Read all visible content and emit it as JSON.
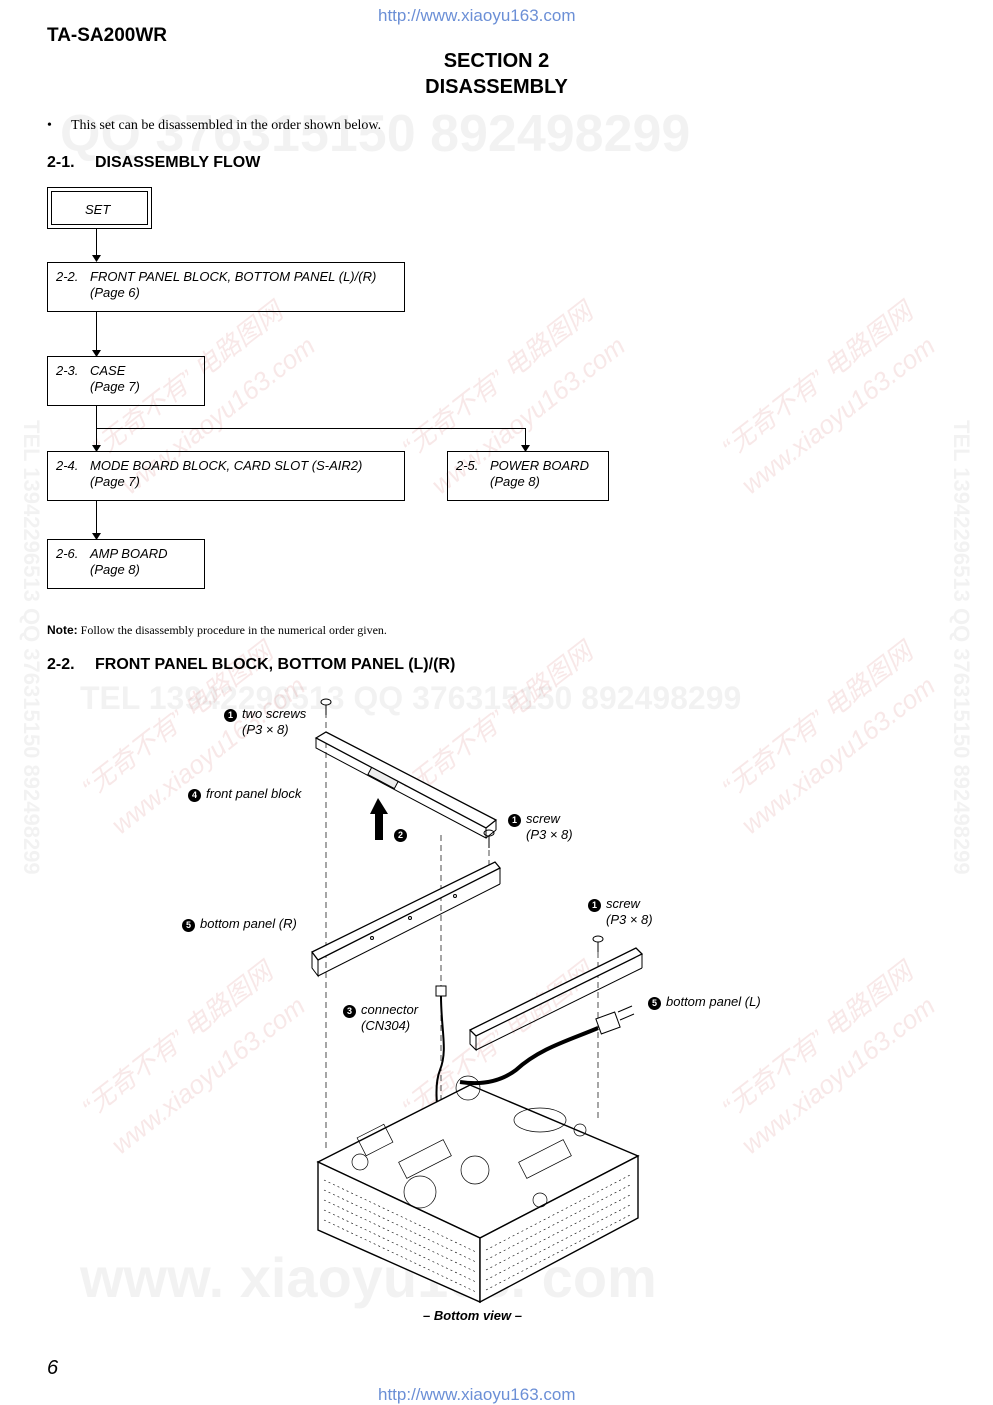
{
  "header_url": "http://www.xiaoyu163.com",
  "footer_url": "http://www.xiaoyu163.com",
  "model": "TA-SA200WR",
  "section": {
    "line1": "SECTION  2",
    "line2": "DISASSEMBLY"
  },
  "intro": {
    "bullet": "•",
    "text": "This set can be disassembled in the order shown below."
  },
  "flow_heading": {
    "num": "2-1.",
    "text": "DISASSEMBLY  FLOW"
  },
  "flow": {
    "set": "SET",
    "b22": {
      "num": "2-2.",
      "title": "FRONT PANEL BLOCK, BOTTOM PANEL (L)/(R)",
      "page": "(Page 6)"
    },
    "b23": {
      "num": "2-3.",
      "title": "CASE",
      "page": "(Page 7)"
    },
    "b24": {
      "num": "2-4.",
      "title": "MODE BOARD BLOCK, CARD SLOT (S-AIR2)",
      "page": "(Page 7)"
    },
    "b25": {
      "num": "2-5.",
      "title": "POWER BOARD",
      "page": "(Page 8)"
    },
    "b26": {
      "num": "2-6.",
      "title": "AMP BOARD",
      "page": "(Page 8)"
    }
  },
  "note": {
    "label": "Note:",
    "text": "Follow the disassembly procedure in the numerical order given."
  },
  "panel_heading": {
    "num": "2-2.",
    "text": "FRONT  PANEL  BLOCK,  BOTTOM  PANEL (L)/(R)"
  },
  "callouts": {
    "two_screws": {
      "n": "1",
      "l1": "two screws",
      "l2": "(P3 × 8)"
    },
    "front_panel": {
      "n": "4",
      "l1": "front panel block"
    },
    "step2": {
      "n": "2"
    },
    "screw_a": {
      "n": "1",
      "l1": "screw",
      "l2": "(P3 × 8)"
    },
    "screw_b": {
      "n": "1",
      "l1": "screw",
      "l2": "(P3 × 8)"
    },
    "bottom_r": {
      "n": "5",
      "l1": "bottom panel (R)"
    },
    "connector": {
      "n": "3",
      "l1": "connector",
      "l2": "(CN304)"
    },
    "bottom_l": {
      "n": "5",
      "l1": "bottom panel (L)"
    }
  },
  "caption": "– Bottom view –",
  "page_number": "6",
  "watermarks": {
    "qq": "QQ 376315150   892498299",
    "tel": "TEL 13942296513   QQ 376315150   892498299",
    "side": "TEL 13942296513  QQ 376315150  892498299",
    "big": "www. xiaoyu163. com",
    "cn": "“无奇不有” 电路图网",
    "site": "www.xiaoyu163.com"
  }
}
